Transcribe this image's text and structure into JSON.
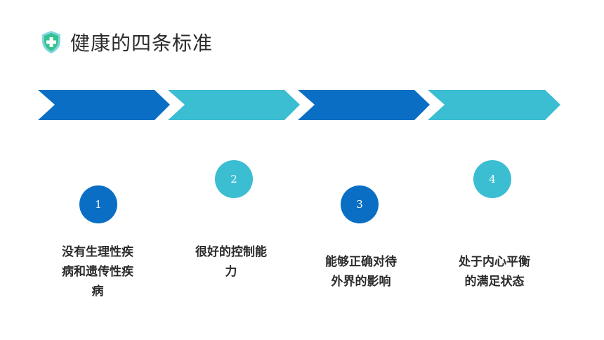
{
  "title": "健康的四条标准",
  "colors": {
    "dark_blue": "#0a6fc4",
    "light_blue": "#3bbdd2",
    "icon_green": "#35c28f"
  },
  "icon": "shield-medical-cross-icon",
  "steps": [
    {
      "number": "1",
      "text": "没有生理性疾病和遗传性疾病"
    },
    {
      "number": "2",
      "text": "很好的控制能力"
    },
    {
      "number": "3",
      "text": "能够正确对待外界的影响"
    },
    {
      "number": "4",
      "text": "处于内心平衡的满足状态"
    }
  ]
}
